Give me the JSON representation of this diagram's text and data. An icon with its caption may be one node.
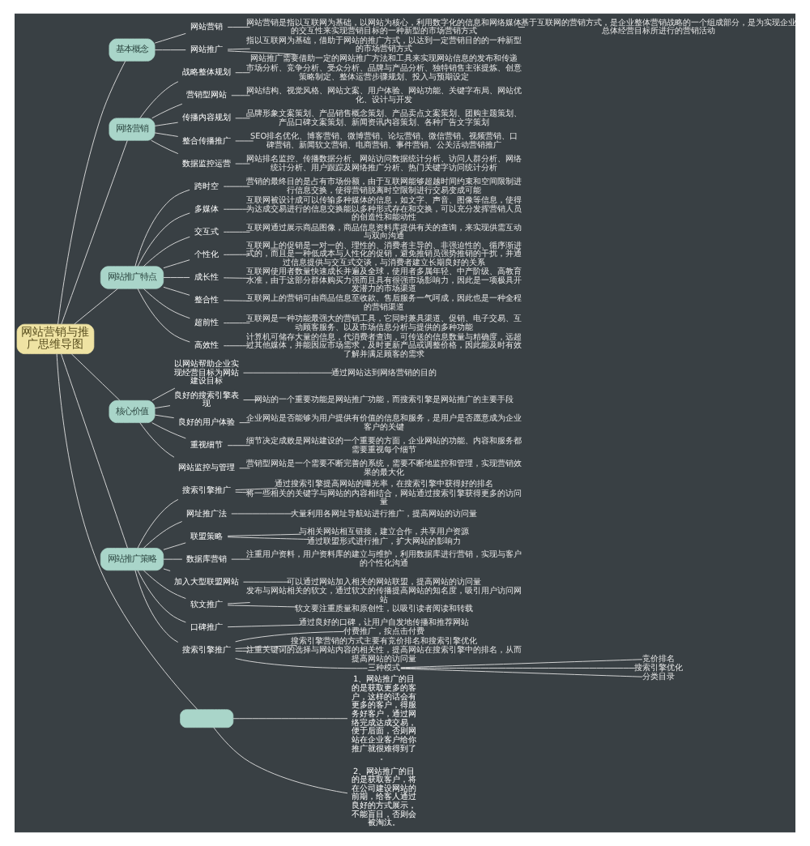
{
  "diagram": {
    "nodes": [
      {
        "text": [
          "网站营销与推广思维导图"
        ]
      },
      {
        "text": [
          "基本概念"
        ]
      },
      {
        "text": [
          "网站营销"
        ]
      },
      {
        "text": [
          "网站营销是指以互联网为基础，以网站为核心，利用数字化的信息和网络媒体的交互性来实现营销目标的一种新型的市场营销方式"
        ]
      },
      {
        "text": [
          "基于互联网的营销方式，是企业整体营销战略的一个组成部分，是为实现企业总体经营目标所进行的营销活动"
        ]
      },
      {
        "text": [
          "网站推广"
        ]
      },
      {
        "text": [
          "指以互联网为基础，借助于网站的推广方式，以达到一定营销目的的一种新型的市场营销方式"
        ]
      },
      {
        "text": [
          "网站推广需要借助一定的网站推广方法和工具来实现网站信息的发布和传递"
        ]
      },
      {
        "text": [
          "网络营销"
        ]
      },
      {
        "text": [
          "战略整体规划"
        ]
      },
      {
        "text": [
          "市场分析、竞争分析、受众分析、品牌与产品分析、独特销售主张提炼、创意策略制定、整体运营步骤规划、投入与预期设定"
        ]
      },
      {
        "text": [
          "营销型网站"
        ]
      },
      {
        "text": [
          "网站结构、视觉风格、网站文案、用户体验、网站功能、关键字布局、网站优化、设计与开发"
        ]
      },
      {
        "text": [
          "传播内容规划"
        ]
      },
      {
        "text": [
          "品牌形象文案策划、产品销售概念策划、产品卖点文案策划、团购主题策划、产品口碑文案策划、新闻资讯内容策划、各种广告文字策划"
        ]
      },
      {
        "text": [
          "整合传播推广"
        ]
      },
      {
        "text": [
          "SEO排名优化、博客营销、微博营销、论坛营销、微信营销、视频营销、口碑营销、新闻软文营销、电商营销、事件营销、公关活动营销推广"
        ]
      },
      {
        "text": [
          "数据监控运营"
        ]
      },
      {
        "text": [
          "网站排名监控、传播数据分析、网站访问数据统计分析、访问人群分析、网络统计分析、用户跟踪及网络推广分析、热门关键字访问统计分析"
        ]
      },
      {
        "text": [
          "网站推广特点"
        ]
      },
      {
        "text": [
          "跨时空"
        ]
      },
      {
        "text": [
          "营销的最终目的是占有市场份额，由于互联网能够超越时间约束和空间限制进行信息交换，使得营销脱离时空限制进行交易变成可能"
        ]
      },
      {
        "text": [
          "多媒体"
        ]
      },
      {
        "text": [
          "互联网被设计成可以传输多种媒体的信息，如文字、声音、图像等信息，使得为达成交易进行的信息交换能以多种形式存在和交换，可以充分发挥营销人员的创造性和能动性"
        ]
      },
      {
        "text": [
          "交互式"
        ]
      },
      {
        "text": [
          "互联网通过展示商品图像，商品信息资料库提供有关的查询，来实现供需互动与双向沟通"
        ]
      },
      {
        "text": [
          "个性化"
        ]
      },
      {
        "text": [
          "互联网上的促销是一对一的、理性的、消费者主导的、非强迫性的、循序渐进式的，而且是一种低成本与人性化的促销，避免推销员强势推销的干扰，并通过信息提供与交互式交谈，与消费者建立长期良好的关系"
        ]
      },
      {
        "text": [
          "成长性"
        ]
      },
      {
        "text": [
          "互联网使用者数量快速成长并遍及全球，使用者多属年轻、中产阶级、高教育水准，由于这部分群体购买力强而且具有很强市场影响力，因此是一项极具开发潜力的市场渠道"
        ]
      },
      {
        "text": [
          "整合性"
        ]
      },
      {
        "text": [
          "互联网上的营销可由商品信息至收款、售后服务一气呵成，因此也是一种全程的营销渠道"
        ]
      },
      {
        "text": [
          "超前性"
        ]
      },
      {
        "text": [
          "互联网是一种功能最强大的营销工具，它同时兼具渠道、促销、电子交易、互动顾客服务、以及市场信息分析与提供的多种功能"
        ]
      },
      {
        "text": [
          "高效性"
        ]
      },
      {
        "text": [
          "计算机可储存大量的信息，代消费者查询，可传送的信息数量与精确度，远超过其他媒体，并能因应市场需求，及时更新产品或调整价格，因此能及时有效了解并满足顾客的需求"
        ]
      },
      {
        "text": [
          "核心价值"
        ]
      },
      {
        "text": [
          "以网站帮助企业实现经营目标为网站建设目标"
        ]
      },
      {
        "text": [
          "通过网站达到网络营销的目的"
        ]
      },
      {
        "text": [
          "良好的搜索引擎表现"
        ]
      },
      {
        "text": [
          "网站的一个重要功能是网站推广功能，而搜索引擎是网站推广的主要手段"
        ]
      },
      {
        "text": [
          "良好的用户体验"
        ]
      },
      {
        "text": [
          "企业网站是否能够为用户提供有价值的信息和服务，是用户是否愿意成为企业客户的关键"
        ]
      },
      {
        "text": [
          "重视细节"
        ]
      },
      {
        "text": [
          "细节决定成败是网站建设的一个重要的方面，企业网站的功能、内容和服务都需要重视每个细节"
        ]
      },
      {
        "text": [
          "网站监控与管理"
        ]
      },
      {
        "text": [
          "营销型网站是一个需要不断完善的系统，需要不断地监控和管理，实现营销效果的最大化"
        ]
      },
      {
        "text": [
          "网站推广策略"
        ]
      },
      {
        "text": [
          "搜索引擎推广"
        ]
      },
      {
        "text": [
          "通过搜索引擎提高网站的曝光率，在搜索引擎中获得好的排名"
        ]
      },
      {
        "text": [
          "将一些相关的关键字与网站的内容相结合，网站通过搜索引擎获得更多的访问量"
        ]
      },
      {
        "text": [
          "网址推广法"
        ]
      },
      {
        "text": [
          "大量利用各网址导航站进行推广，提高网站的访问量"
        ]
      },
      {
        "text": [
          "联盟策略"
        ]
      },
      {
        "text": [
          "与相关网站相互链接，建立合作，共享用户资源"
        ]
      },
      {
        "text": [
          "通过联盟形式进行推广，扩大网站的影响力"
        ]
      },
      {
        "text": [
          "数据库营销"
        ]
      },
      {
        "text": [
          "注重用户资料，用户资料库的建立与维护，利用数据库进行营销，实现与客户的个性化沟通"
        ]
      },
      {
        "text": [
          "加入大型联盟网站"
        ]
      },
      {
        "text": [
          "可以通过网站加入相关的网站联盟，提高网站的访问量"
        ]
      },
      {
        "text": [
          "软文推广"
        ]
      },
      {
        "text": [
          "发布与网站相关的软文，通过软文的传播提高网站的知名度，吸引用户访问网站"
        ]
      },
      {
        "text": [
          "软文要注重质量和原创性，以吸引读者阅读和转载"
        ]
      },
      {
        "text": [
          "口碑推广"
        ]
      },
      {
        "text": [
          "通过良好的口碑，让用户自发地传播和推荐网站"
        ]
      },
      {
        "text": [
          "搜索引擎推广"
        ]
      },
      {
        "text": [
          "付费推广，按点击付费"
        ]
      },
      {
        "text": [
          "搜索引擎营销的方式主要有竞价排名和搜索引擎优化"
        ]
      },
      {
        "text": [
          "注重关键词的选择与网站内容的相关性，提高网站在搜索引擎中的排名，从而提高网站的访问量"
        ]
      },
      {
        "text": [
          "三种模式"
        ]
      },
      {
        "text": [
          "竞价排名"
        ]
      },
      {
        "text": [
          "搜索引擎优化"
        ]
      },
      {
        "text": [
          "分类目录"
        ]
      },
      {
        "text": [],
        "shape": "box"
      },
      {
        "text": [
          "1、网站推广的目的是获取更多的客户，这样的话会有更多的客户，得服务好客户，通过网络完成达成交易，便于后面，否则网站在企业客户给你推广就很难得到了。"
        ]
      },
      {
        "text": [
          "2、网站推广的目的是获取客户，将在公司建设网站的前期，给客人通过良好的方式展示，不能盲目，否则会被淘汰。"
        ]
      }
    ],
    "edges": [
      {
        "from": 0,
        "to": 1,
        "arrow": "none"
      },
      {
        "from": 1,
        "to": 2,
        "arrow": "none"
      },
      {
        "from": 2,
        "to": 3,
        "arrow": "none"
      },
      {
        "from": 3,
        "to": 4,
        "arrow": "none"
      },
      {
        "from": 1,
        "to": 5,
        "arrow": "none"
      },
      {
        "from": 5,
        "to": 6,
        "arrow": "none"
      },
      {
        "from": 5,
        "to": 7,
        "arrow": "none"
      },
      {
        "from": 0,
        "to": 8,
        "arrow": "none"
      },
      {
        "from": 8,
        "to": 9,
        "arrow": "none"
      },
      {
        "from": 9,
        "to": 10,
        "arrow": "none"
      },
      {
        "from": 8,
        "to": 11,
        "arrow": "none"
      },
      {
        "from": 11,
        "to": 12,
        "arrow": "none"
      },
      {
        "from": 8,
        "to": 13,
        "arrow": "none"
      },
      {
        "from": 13,
        "to": 14,
        "arrow": "none"
      },
      {
        "from": 8,
        "to": 15,
        "arrow": "none"
      },
      {
        "from": 15,
        "to": 16,
        "arrow": "none"
      },
      {
        "from": 8,
        "to": 17,
        "arrow": "none"
      },
      {
        "from": 17,
        "to": 18,
        "arrow": "none"
      },
      {
        "from": 0,
        "to": 19,
        "arrow": "none"
      },
      {
        "from": 19,
        "to": 20,
        "arrow": "none"
      },
      {
        "from": 20,
        "to": 21,
        "arrow": "none"
      },
      {
        "from": 19,
        "to": 22,
        "arrow": "none"
      },
      {
        "from": 22,
        "to": 23,
        "arrow": "none"
      },
      {
        "from": 19,
        "to": 24,
        "arrow": "none"
      },
      {
        "from": 24,
        "to": 25,
        "arrow": "none"
      },
      {
        "from": 19,
        "to": 26,
        "arrow": "none"
      },
      {
        "from": 26,
        "to": 27,
        "arrow": "none"
      },
      {
        "from": 19,
        "to": 28,
        "arrow": "none"
      },
      {
        "from": 28,
        "to": 29,
        "arrow": "none"
      },
      {
        "from": 19,
        "to": 30,
        "arrow": "none"
      },
      {
        "from": 30,
        "to": 31,
        "arrow": "none"
      },
      {
        "from": 19,
        "to": 32,
        "arrow": "none"
      },
      {
        "from": 32,
        "to": 33,
        "arrow": "none"
      },
      {
        "from": 19,
        "to": 34,
        "arrow": "none"
      },
      {
        "from": 34,
        "to": 35,
        "arrow": "none"
      },
      {
        "from": 0,
        "to": 36,
        "arrow": "none"
      },
      {
        "from": 36,
        "to": 37,
        "arrow": "none"
      },
      {
        "from": 37,
        "to": 38,
        "arrow": "none"
      },
      {
        "from": 36,
        "to": 39,
        "arrow": "none"
      },
      {
        "from": 39,
        "to": 40,
        "arrow": "none"
      },
      {
        "from": 36,
        "to": 41,
        "arrow": "none"
      },
      {
        "from": 41,
        "to": 42,
        "arrow": "none"
      },
      {
        "from": 36,
        "to": 43,
        "arrow": "none"
      },
      {
        "from": 43,
        "to": 44,
        "arrow": "none"
      },
      {
        "from": 36,
        "to": 45,
        "arrow": "none"
      },
      {
        "from": 45,
        "to": 46,
        "arrow": "none"
      },
      {
        "from": 0,
        "to": 47,
        "arrow": "none"
      },
      {
        "from": 47,
        "to": 48,
        "arrow": "none"
      },
      {
        "from": 48,
        "to": 49,
        "arrow": "none"
      },
      {
        "from": 48,
        "to": 50,
        "arrow": "none"
      },
      {
        "from": 47,
        "to": 51,
        "arrow": "none"
      },
      {
        "from": 51,
        "to": 52,
        "arrow": "none"
      },
      {
        "from": 47,
        "to": 53,
        "arrow": "none"
      },
      {
        "from": 53,
        "to": 54,
        "arrow": "none"
      },
      {
        "from": 53,
        "to": 55,
        "arrow": "none"
      },
      {
        "from": 47,
        "to": 56,
        "arrow": "none"
      },
      {
        "from": 56,
        "to": 57,
        "arrow": "none"
      },
      {
        "from": 47,
        "to": 58,
        "arrow": "none"
      },
      {
        "from": 58,
        "to": 59,
        "arrow": "none"
      },
      {
        "from": 47,
        "to": 60,
        "arrow": "none"
      },
      {
        "from": 60,
        "to": 61,
        "arrow": "none"
      },
      {
        "from": 60,
        "to": 62,
        "arrow": "none"
      },
      {
        "from": 47,
        "to": 63,
        "arrow": "none"
      },
      {
        "from": 63,
        "to": 64,
        "arrow": "none"
      },
      {
        "from": 47,
        "to": 65,
        "arrow": "none"
      },
      {
        "from": 65,
        "to": 66,
        "arrow": "none"
      },
      {
        "from": 65,
        "to": 67,
        "arrow": "none"
      },
      {
        "from": 65,
        "to": 68,
        "arrow": "none"
      },
      {
        "from": 65,
        "to": 69,
        "arrow": "none"
      },
      {
        "from": 69,
        "to": 70,
        "arrow": "none"
      },
      {
        "from": 69,
        "to": 71,
        "arrow": "none"
      },
      {
        "from": 69,
        "to": 72,
        "arrow": "none"
      },
      {
        "from": 0,
        "to": 73,
        "arrow": "none"
      },
      {
        "from": 73,
        "to": 74,
        "arrow": "none"
      },
      {
        "from": 73,
        "to": 75,
        "arrow": "none"
      }
    ]
  }
}
